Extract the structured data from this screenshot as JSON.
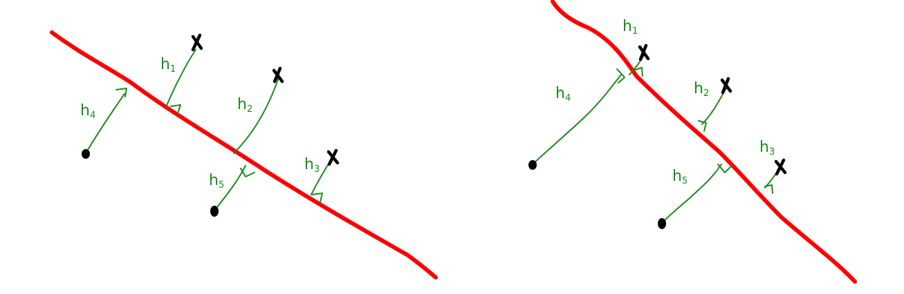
{
  "colors": {
    "line": "#ff0000",
    "distance": "#1a8a1a",
    "points": "#000000",
    "background": "#ffffff"
  },
  "icons": {
    "positive_point": "x-mark-icon",
    "negative_point": "filled-dot-icon",
    "right_angle": "right-angle-marker-icon"
  },
  "left_panel": {
    "labels": {
      "h1": {
        "base": "h",
        "sub": "1"
      },
      "h2": {
        "base": "h",
        "sub": "2"
      },
      "h3": {
        "base": "h",
        "sub": "3"
      },
      "h4": {
        "base": "h",
        "sub": "4"
      },
      "h5": {
        "base": "h",
        "sub": "5"
      }
    }
  },
  "right_panel": {
    "labels": {
      "h1": {
        "base": "h",
        "sub": "1"
      },
      "h2": {
        "base": "h",
        "sub": "2"
      },
      "h3": {
        "base": "h",
        "sub": "3"
      },
      "h4": {
        "base": "h",
        "sub": "4"
      },
      "h5": {
        "base": "h",
        "sub": "5"
      }
    }
  }
}
